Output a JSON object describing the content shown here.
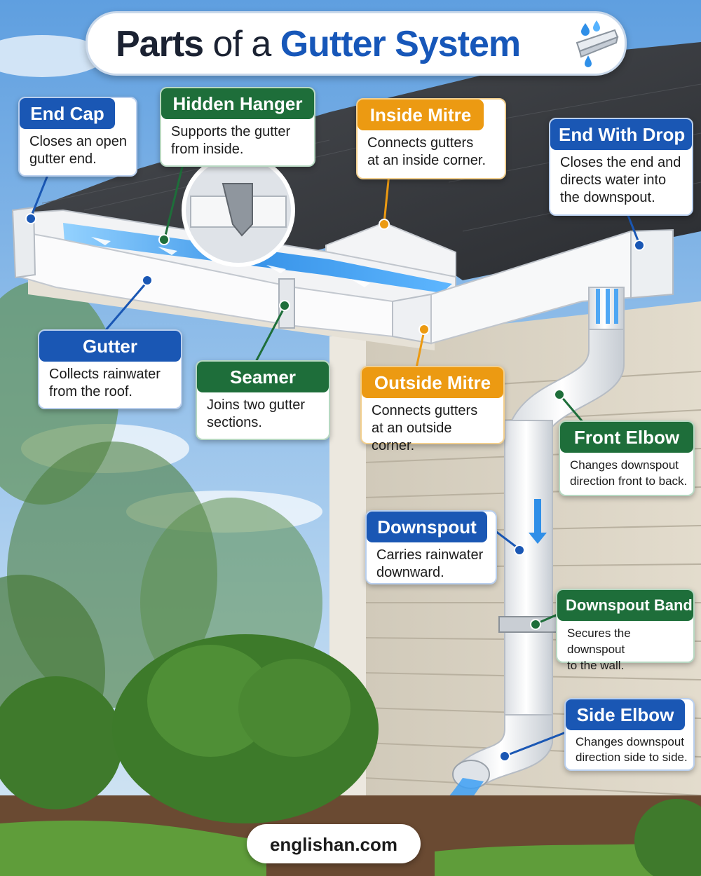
{
  "title": {
    "part1": "Parts",
    "part2": "of a",
    "part3": "Gutter System",
    "icon": "gutter-droplets-icon"
  },
  "labels": {
    "end_cap": {
      "heading": "End Cap",
      "line1": "Closes an open",
      "line2": "gutter end."
    },
    "hidden_hanger": {
      "heading": "Hidden Hanger",
      "line1": "Supports the gutter",
      "line2": "from inside."
    },
    "inside_mitre": {
      "heading": "Inside Mitre",
      "line1": "Connects gutters",
      "line2": "at an inside corner."
    },
    "end_with_drop": {
      "heading": "End With Drop",
      "line1": "Closes the end and",
      "line2": "directs water into",
      "line3": "the downspout."
    },
    "gutter": {
      "heading": "Gutter",
      "line1": "Collects rainwater",
      "line2": "from the roof."
    },
    "seamer": {
      "heading": "Seamer",
      "line1": "Joins two gutter",
      "line2": "sections."
    },
    "outside_mitre": {
      "heading": "Outside Mitre",
      "line1": "Connects gutters",
      "line2": "at an outside corner."
    },
    "front_elbow": {
      "heading": "Front Elbow",
      "line1": "Changes downspout",
      "line2": "direction front to back."
    },
    "downspout": {
      "heading": "Downspout",
      "line1": "Carries rainwater",
      "line2": "downward."
    },
    "downspout_band": {
      "heading": "Downspout Band",
      "line1": "Secures the downspout",
      "line2": "to the wall."
    },
    "side_elbow": {
      "heading": "Side Elbow",
      "line1": "Changes downspout",
      "line2": "direction side to side."
    }
  },
  "footer": {
    "site": "englishan.com"
  },
  "colors": {
    "blue": "#1a57b4",
    "green": "#1e6e3a",
    "orange": "#ec9a12",
    "sky": "#7fb6e6",
    "water": "#2f8fe8"
  }
}
